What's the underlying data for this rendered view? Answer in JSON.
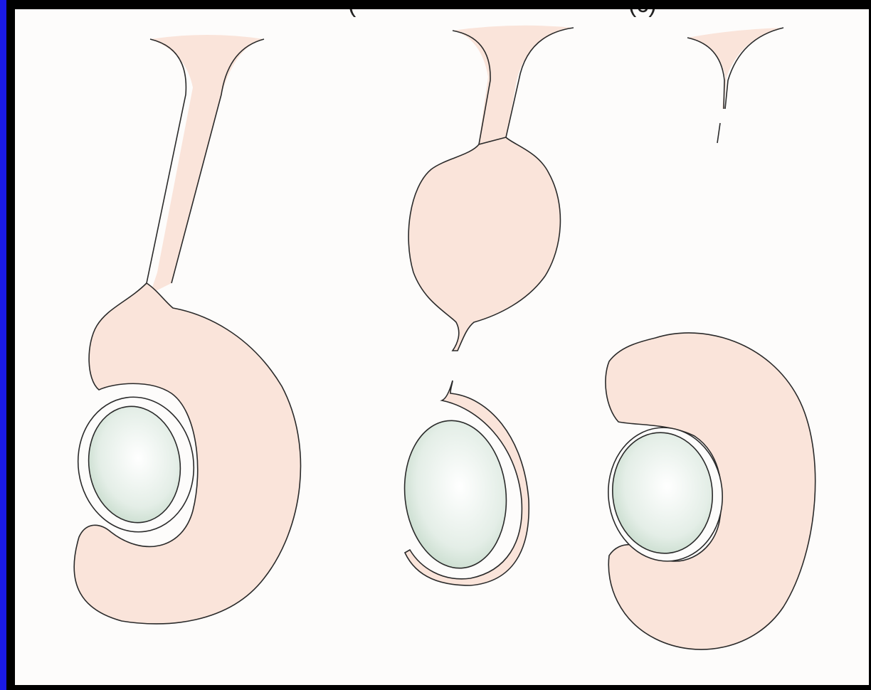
{
  "figure": {
    "panel_labels": [
      "(",
      "(c)"
    ],
    "colors": {
      "background": "#000000",
      "left_border": "#1a1ae6",
      "panel": "#fdfcfb",
      "tissue_fill": "#fae4da",
      "lens_fill": "#dbe8df",
      "outline": "#2a2a2a"
    },
    "stages": [
      {
        "id": "stage-1",
        "description_icon": "lens-placode-stalk-icon"
      },
      {
        "id": "stage-2",
        "description_icon": "lens-vesicle-detaching-icon"
      },
      {
        "id": "stage-3",
        "description_icon": "lens-vesicle-detached-icon"
      }
    ]
  }
}
